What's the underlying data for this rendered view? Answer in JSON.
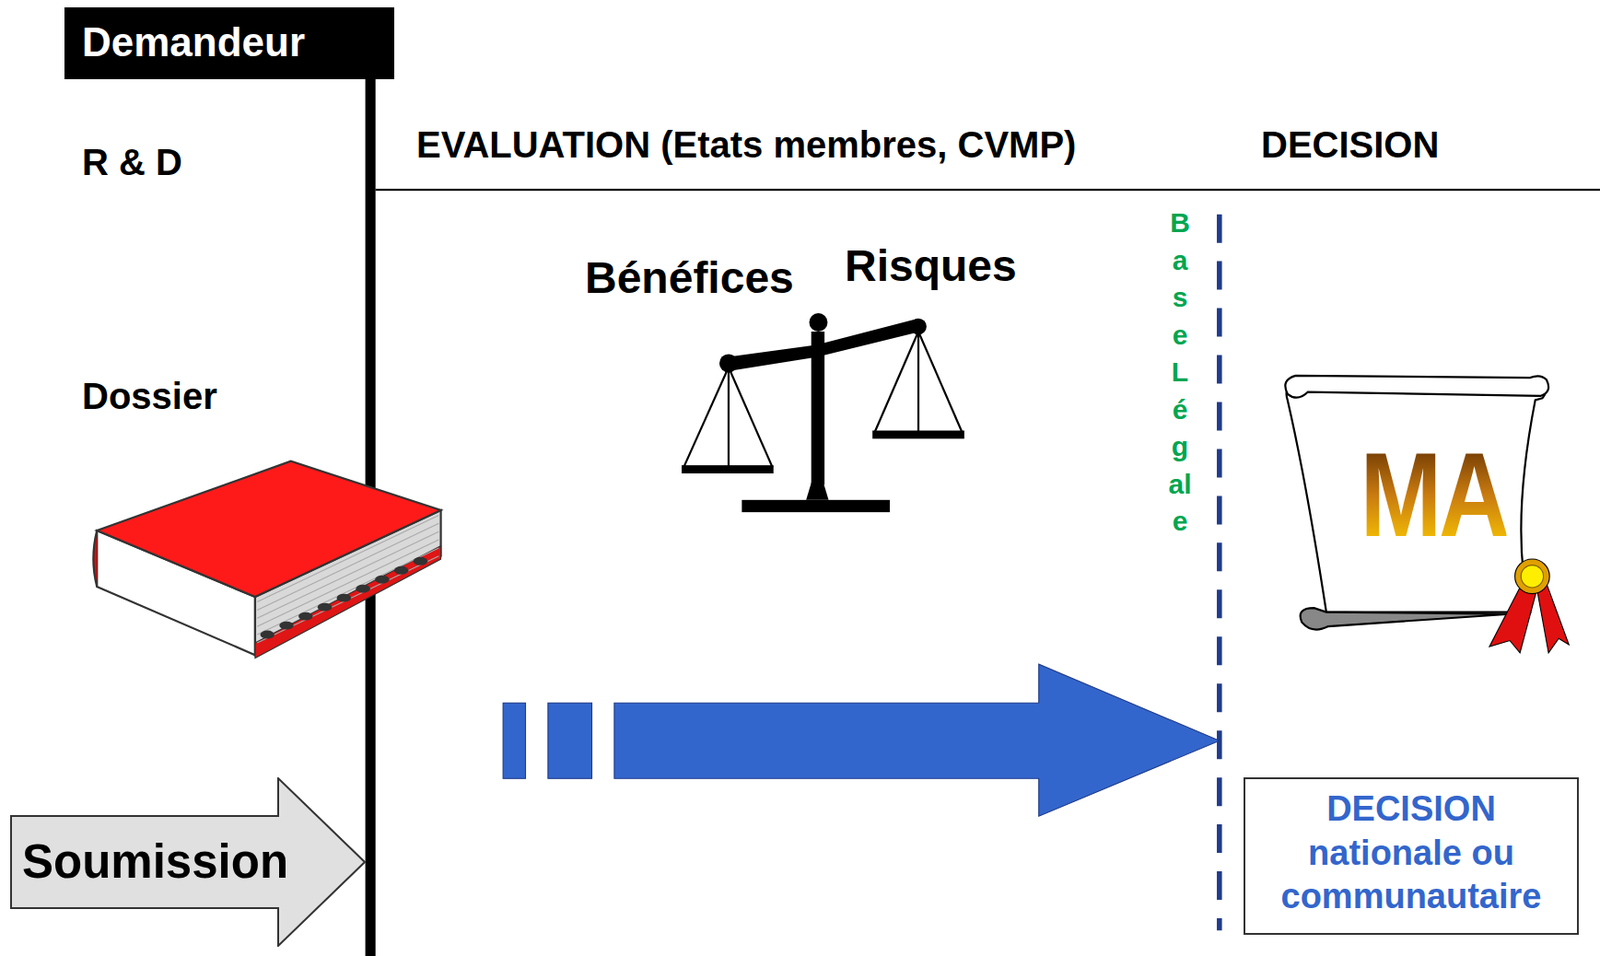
{
  "diagram": {
    "nodes": [
      {
        "text": [
          "Demandeur"
        ]
      },
      {
        "text": [
          "Soumission"
        ]
      },
      {
        "text": [
          "MA"
        ]
      },
      {
        "text": [
          "DECISION nationale ou communautaire"
        ]
      }
    ],
    "labels": [
      "R & D",
      "EVALUATION (Etats membres, CVMP)",
      "DECISION",
      "Bénéfices",
      "Risques",
      "BaseLégale",
      "Dossier"
    ]
  }
}
